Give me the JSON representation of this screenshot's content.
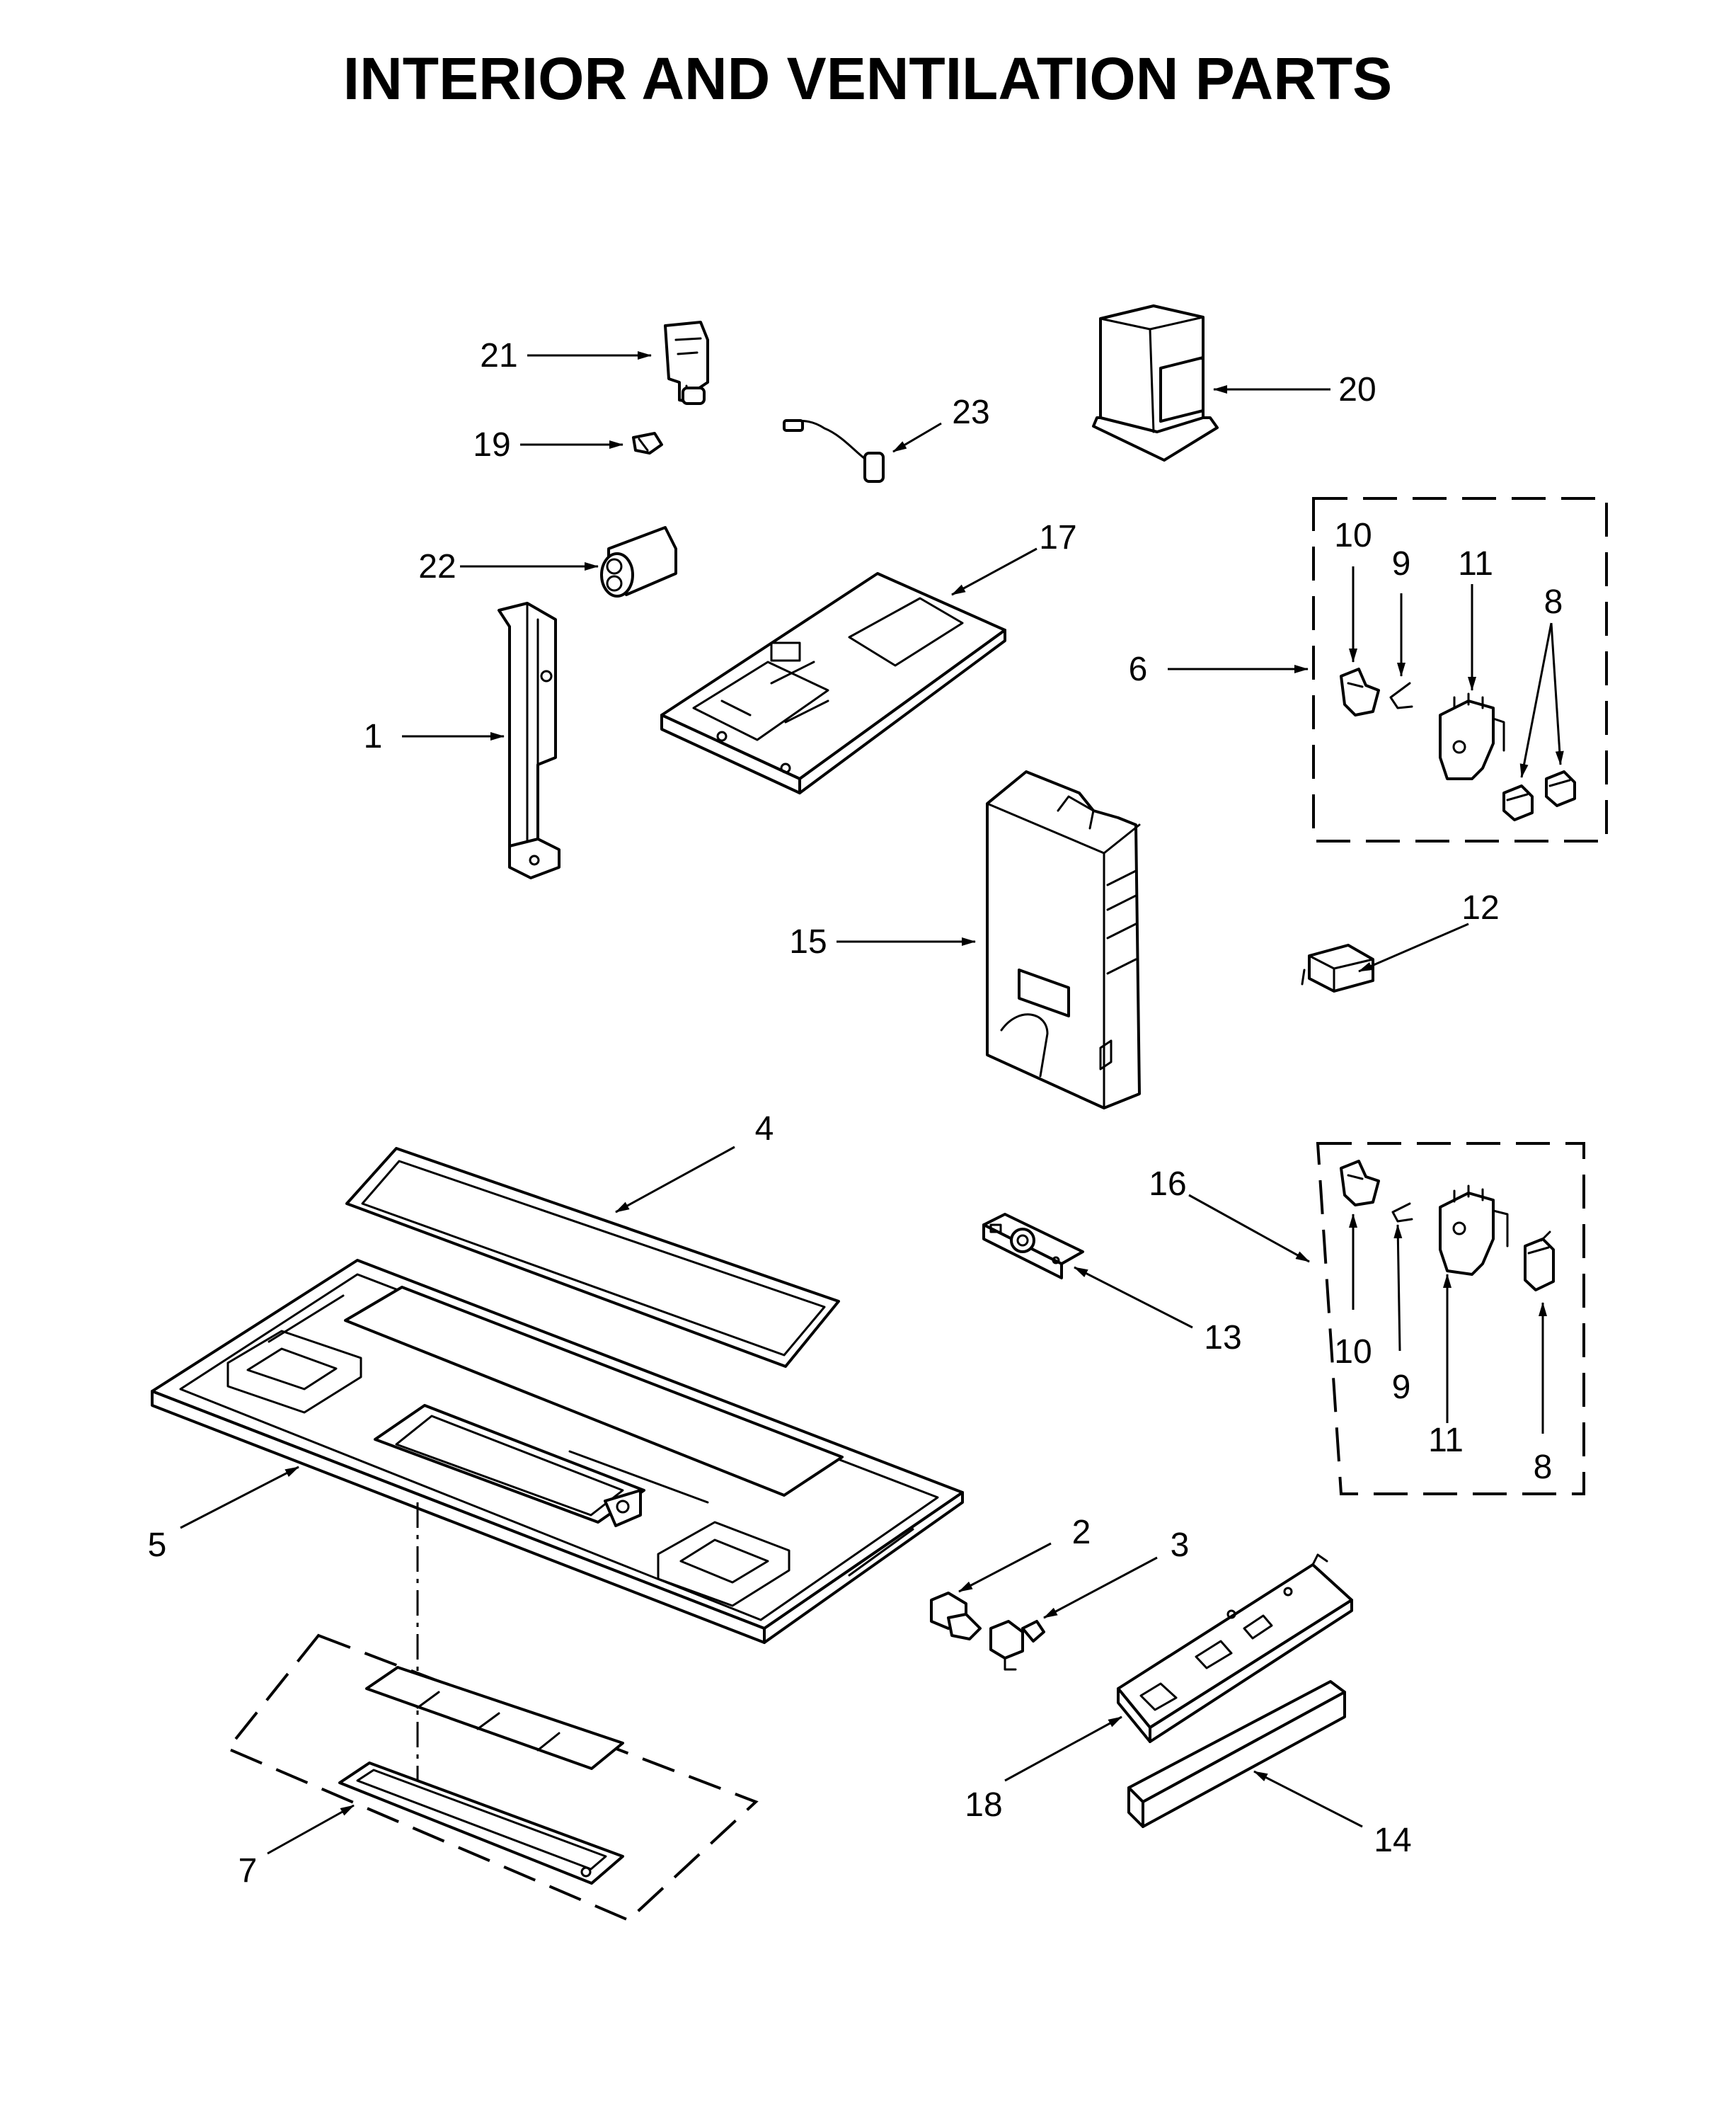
{
  "title": "INTERIOR AND VENTILATION PARTS",
  "callouts": {
    "c1": "1",
    "c2": "2",
    "c3": "3",
    "c4": "4",
    "c5": "5",
    "c6": "6",
    "c7": "7",
    "c8a": "8",
    "c8b": "8",
    "c9a": "9",
    "c9b": "9",
    "c10a": "10",
    "c10b": "10",
    "c11a": "11",
    "c11b": "11",
    "c12": "12",
    "c13": "13",
    "c14": "14",
    "c15": "15",
    "c16": "16",
    "c17": "17",
    "c18": "18",
    "c19": "19",
    "c20": "20",
    "c21": "21",
    "c22": "22",
    "c23": "23"
  }
}
